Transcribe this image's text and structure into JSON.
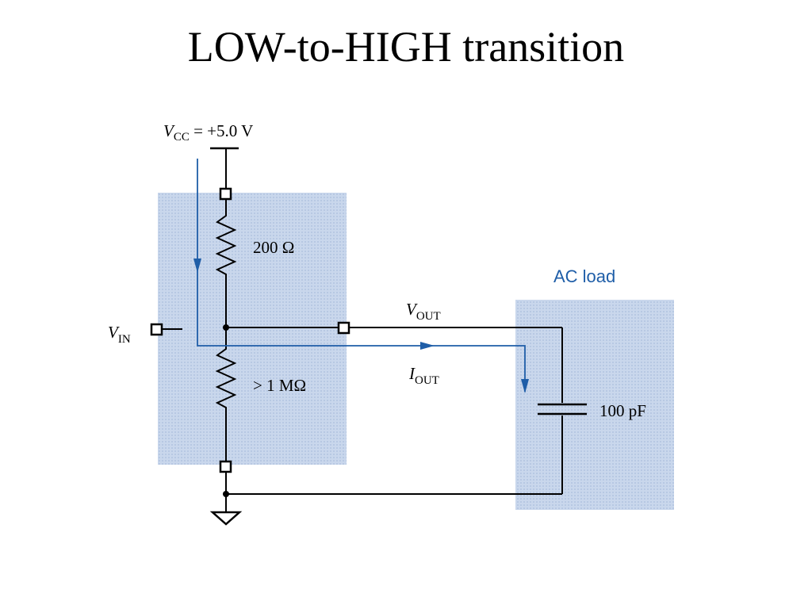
{
  "title": "LOW-to-HIGH transition",
  "colors": {
    "shaded_region": "#c5d4ea",
    "current_path": "#1f5ea8",
    "wire": "#000000"
  },
  "labels": {
    "vcc_symbol": "V",
    "vcc_sub": "CC",
    "vcc_value": " = +5.0 V",
    "r_top": "200 Ω",
    "r_bottom": "> 1 MΩ",
    "vin_symbol": "V",
    "vin_sub": "IN",
    "vout_symbol": "V",
    "vout_sub": "OUT",
    "iout_symbol": "I",
    "iout_sub": "OUT",
    "ac_load": "AC load",
    "capacitor": "100 pF"
  }
}
